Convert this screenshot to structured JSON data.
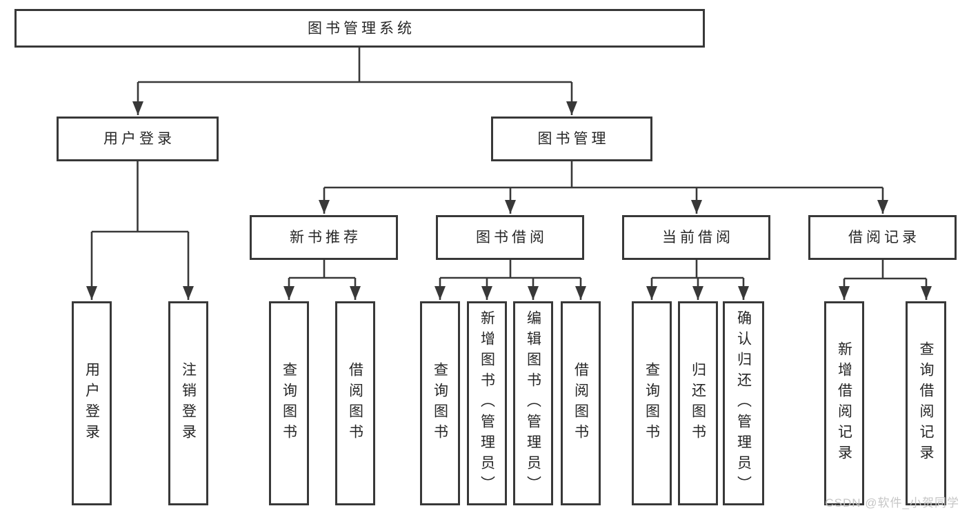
{
  "diagram": {
    "root": {
      "label": "图书管理系统"
    },
    "branches": [
      {
        "label": "用户登录",
        "children": [
          {
            "label": "用户登录"
          },
          {
            "label": "注销登录"
          }
        ]
      },
      {
        "label": "图书管理",
        "sections": [
          {
            "label": "新书推荐",
            "children": [
              {
                "label": "查询图书"
              },
              {
                "label": "借阅图书"
              }
            ]
          },
          {
            "label": "图书借阅",
            "children": [
              {
                "label": "查询图书"
              },
              {
                "label": "新增图书（管理员）"
              },
              {
                "label": "编辑图书（管理员）"
              },
              {
                "label": "借阅图书"
              }
            ]
          },
          {
            "label": "当前借阅",
            "children": [
              {
                "label": "查询图书"
              },
              {
                "label": "归还图书"
              },
              {
                "label": "确认归还（管理员）"
              }
            ]
          },
          {
            "label": "借阅记录",
            "children": [
              {
                "label": "新增借阅记录"
              },
              {
                "label": "查询借阅记录"
              }
            ]
          }
        ]
      }
    ]
  },
  "watermark": {
    "text": "CSDN @软件_小贺同学"
  },
  "colors": {
    "line": "#383838",
    "text": "#262626",
    "watermark": "#c6c6c6",
    "background": "#ffffff"
  }
}
